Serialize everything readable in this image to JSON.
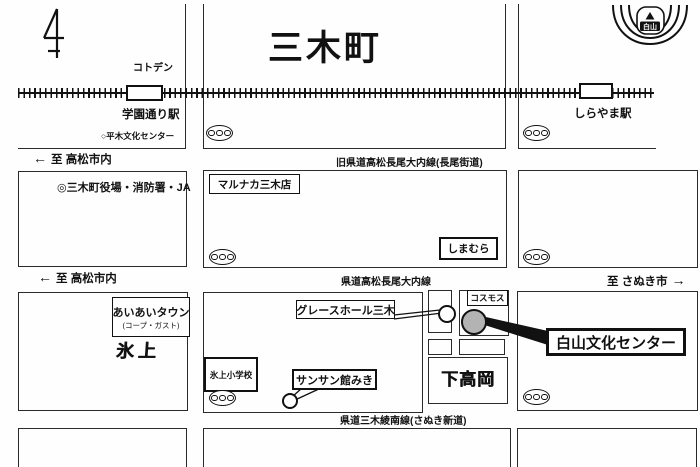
{
  "map": {
    "title": "三木町",
    "mountain_icon": {
      "peak_mark": "▲",
      "label": "白山"
    },
    "railway": {
      "line_label": "コトデン",
      "stations": [
        {
          "name": "学園通り駅"
        },
        {
          "name": "しらやま駅"
        }
      ]
    },
    "roads": {
      "old_prefectural": "旧県道高松長尾大内線(長尾街道)",
      "prefectural": "県道高松長尾大内線",
      "ayanan": "県道三木綾南線(さぬき新道)"
    },
    "directions": {
      "left_arrow": "←",
      "right_arrow": "→",
      "to_takamatsu_upper": "至 高松市内",
      "to_takamatsu_lower": "至 高松市内",
      "to_sanuki": "至 さぬき市"
    },
    "landmarks": {
      "hiraki_bunka_center": "○平木文化センター",
      "town_office": "◎三木町役場・消防署・JA",
      "marunaka": "マルナカ三木店",
      "shimamura": "しまむら",
      "aiai_town": "あいあいタウン",
      "aiai_town_sub": "(コープ・ガスト)",
      "hikami_area": "氷上",
      "hikami_elementary": "氷上小学校",
      "grace_hall": "グレースホール三木",
      "sunsun_kan": "サンサン館みき",
      "cosmos": "コスモス",
      "shimotakaoka_area": "下高岡"
    },
    "destination": {
      "label": "白山文化センター"
    }
  }
}
